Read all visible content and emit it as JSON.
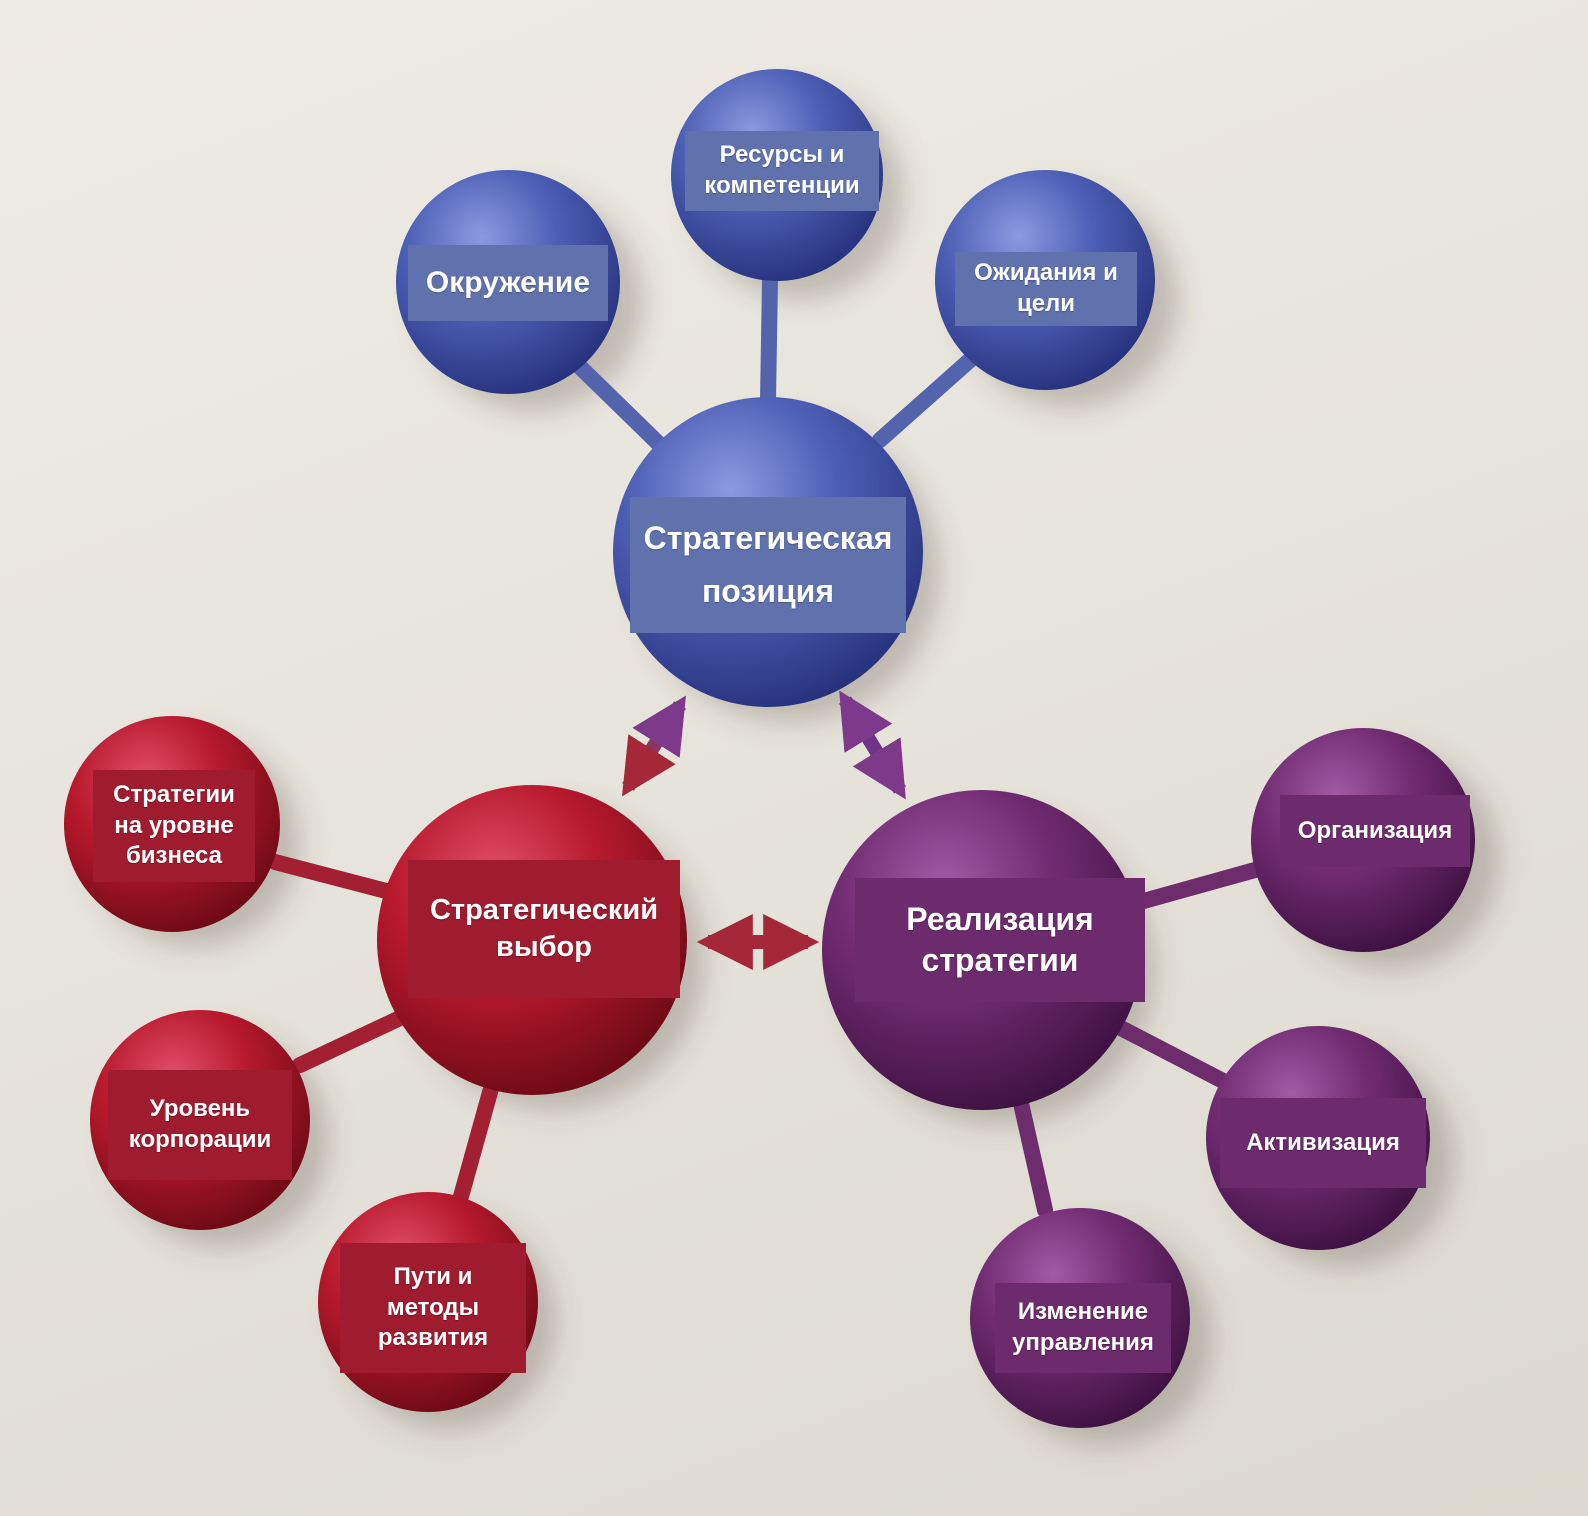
{
  "colors": {
    "blue": "#4b5dae",
    "red": "#b3192a",
    "purple": "#6e2a6d"
  },
  "hubs": {
    "position": {
      "label": "Стратегическая\nпозиция",
      "color": "blue"
    },
    "choice": {
      "label": "Стратегический\nвыбор",
      "color": "red"
    },
    "implementation": {
      "label": "Реализация\nстратегии",
      "color": "purple"
    }
  },
  "satellites": {
    "environment": {
      "label": "Окружение",
      "hub": "position"
    },
    "resources": {
      "label": "Ресурсы и\nкомпетенции",
      "hub": "position"
    },
    "expectations": {
      "label": "Ожидания и\nцели",
      "hub": "position"
    },
    "business_level": {
      "label": "Стратегии\nна уровне\nбизнеса",
      "hub": "choice"
    },
    "corporate_level": {
      "label": "Уровень\nкорпорации",
      "hub": "choice"
    },
    "development_methods": {
      "label": "Пути и\nметоды\nразвития",
      "hub": "choice"
    },
    "organization": {
      "label": "Организация",
      "hub": "implementation"
    },
    "enabling": {
      "label": "Активизация",
      "hub": "implementation"
    },
    "change_management": {
      "label": "Изменение\nуправления",
      "hub": "implementation"
    }
  }
}
